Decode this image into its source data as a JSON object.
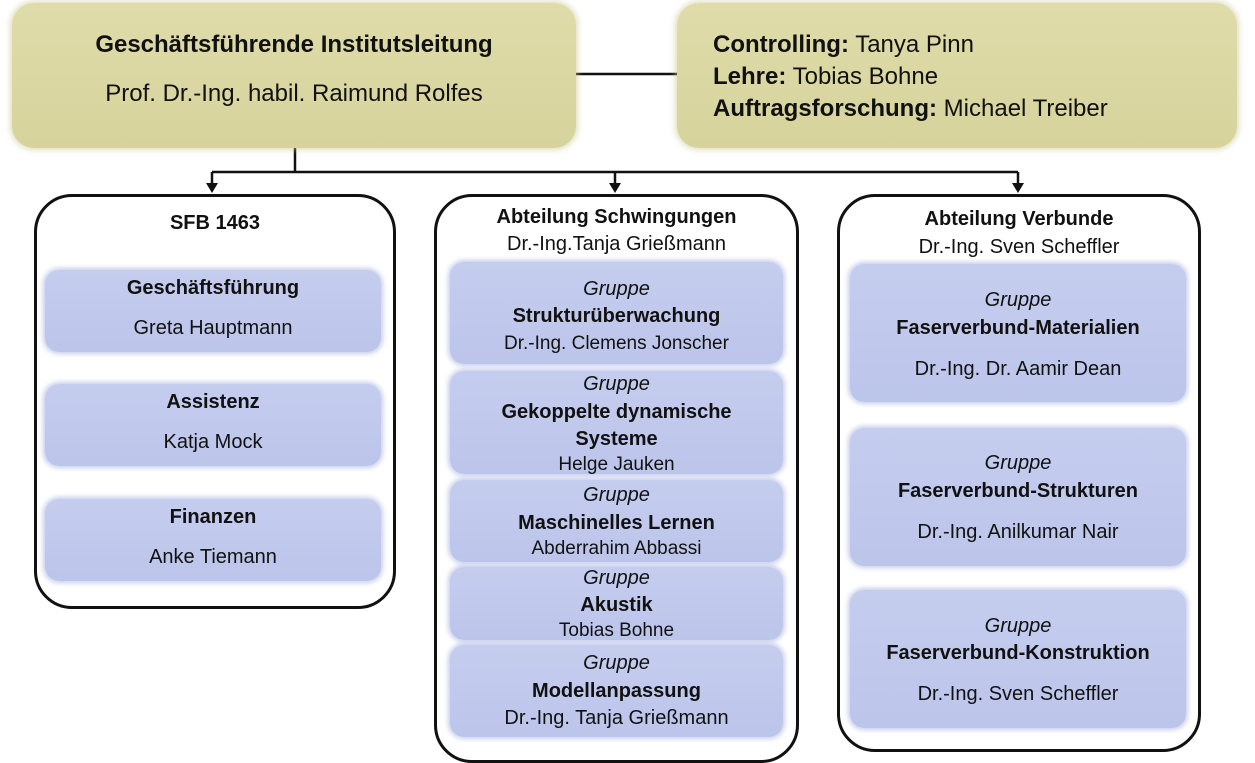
{
  "leitung": {
    "title": "Geschäftsführende Institutsleitung",
    "name": "Prof. Dr.-Ing. habil. Raimund Rolfes"
  },
  "admin": [
    {
      "role": "Controlling:",
      "name": " Tanya Pinn"
    },
    {
      "role": "Lehre:",
      "name": " Tobias Bohne"
    },
    {
      "role": "Auftragsforschung:",
      "name": " Michael Treiber"
    }
  ],
  "sfb": {
    "title": "SFB 1463",
    "cards": [
      {
        "title": "Geschäftsführung",
        "name": "Greta Hauptmann"
      },
      {
        "title": "Assistenz",
        "name": "Katja Mock"
      },
      {
        "title": "Finanzen",
        "name": "Anke Tiemann"
      }
    ]
  },
  "schwingungen": {
    "title": "Abteilung Schwingungen",
    "lead": "Dr.-Ing.Tanja Grießmann",
    "groups": [
      {
        "label": "Gruppe",
        "title": "Strukturüberwachung",
        "name": "Dr.-Ing. Clemens Jonscher"
      },
      {
        "label": "Gruppe",
        "title_line1": "Gekoppelte dynamische",
        "title_line2": "Systeme",
        "name": "Helge Jauken"
      },
      {
        "label": "Gruppe",
        "title": "Maschinelles Lernen",
        "name": "Abderrahim Abbassi"
      },
      {
        "label": "Gruppe",
        "title": "Akustik",
        "name": "Tobias Bohne"
      },
      {
        "label": "Gruppe",
        "title": "Modellanpassung",
        "name": "Dr.-Ing. Tanja Grießmann"
      }
    ]
  },
  "verbunde": {
    "title": "Abteilung Verbunde",
    "lead": "Dr.-Ing. Sven Scheffler",
    "groups": [
      {
        "label": "Gruppe",
        "title": "Faserverbund-Materialien",
        "name": "Dr.-Ing. Dr. Aamir Dean"
      },
      {
        "label": "Gruppe",
        "title": "Faserverbund-Strukturen",
        "name": "Dr.-Ing. Anilkumar Nair"
      },
      {
        "label": "Gruppe",
        "title": "Faserverbund-Konstruktion",
        "name": "Dr.-Ing. Sven Scheffler"
      }
    ]
  }
}
